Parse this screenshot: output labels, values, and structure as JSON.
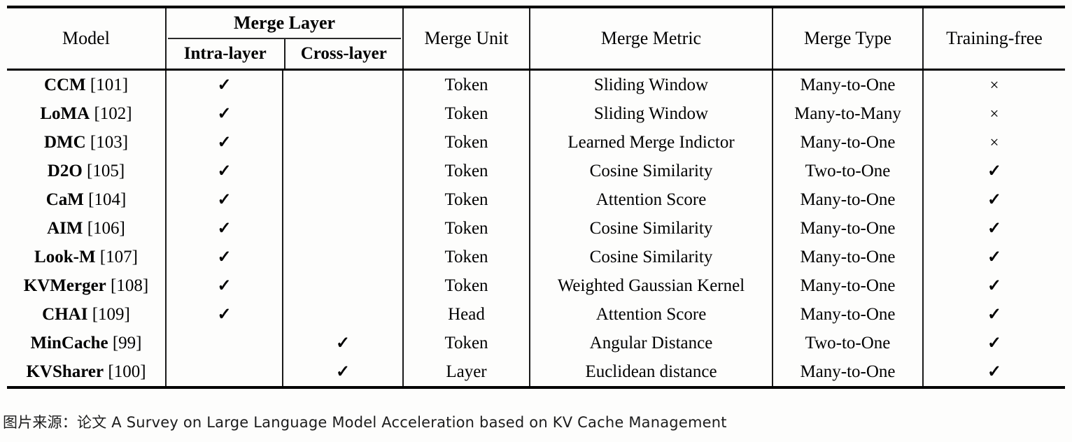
{
  "table": {
    "columns": [
      {
        "key": "model",
        "label": "Model"
      },
      {
        "key": "merge_layer",
        "label": "Merge Layer",
        "subcolumns": [
          {
            "key": "intra_layer",
            "label": "Intra-layer"
          },
          {
            "key": "cross_layer",
            "label": "Cross-layer"
          }
        ]
      },
      {
        "key": "merge_unit",
        "label": "Merge Unit"
      },
      {
        "key": "merge_metric",
        "label": "Merge Metric"
      },
      {
        "key": "merge_type",
        "label": "Merge Type"
      },
      {
        "key": "training_free",
        "label": "Training-free"
      }
    ],
    "marks": {
      "check": "✓",
      "cross": "×",
      "empty": ""
    },
    "rows": [
      {
        "model_name": "CCM",
        "model_ref": "[101]",
        "intra_layer": "✓",
        "cross_layer": "",
        "merge_unit": "Token",
        "merge_metric": "Sliding Window",
        "merge_type": "Many-to-One",
        "training_free": "×"
      },
      {
        "model_name": "LoMA",
        "model_ref": "[102]",
        "intra_layer": "✓",
        "cross_layer": "",
        "merge_unit": "Token",
        "merge_metric": "Sliding Window",
        "merge_type": "Many-to-Many",
        "training_free": "×"
      },
      {
        "model_name": "DMC",
        "model_ref": "[103]",
        "intra_layer": "✓",
        "cross_layer": "",
        "merge_unit": "Token",
        "merge_metric": "Learned Merge Indictor",
        "merge_type": "Many-to-One",
        "training_free": "×"
      },
      {
        "model_name": "D2O",
        "model_ref": "[105]",
        "intra_layer": "✓",
        "cross_layer": "",
        "merge_unit": "Token",
        "merge_metric": "Cosine Similarity",
        "merge_type": "Two-to-One",
        "training_free": "✓"
      },
      {
        "model_name": "CaM",
        "model_ref": "[104]",
        "intra_layer": "✓",
        "cross_layer": "",
        "merge_unit": "Token",
        "merge_metric": "Attention Score",
        "merge_type": "Many-to-One",
        "training_free": "✓"
      },
      {
        "model_name": "AIM",
        "model_ref": "[106]",
        "intra_layer": "✓",
        "cross_layer": "",
        "merge_unit": "Token",
        "merge_metric": "Cosine Similarity",
        "merge_type": "Many-to-One",
        "training_free": "✓"
      },
      {
        "model_name": "Look-M",
        "model_ref": "[107]",
        "intra_layer": "✓",
        "cross_layer": "",
        "merge_unit": "Token",
        "merge_metric": "Cosine Similarity",
        "merge_type": "Many-to-One",
        "training_free": "✓"
      },
      {
        "model_name": "KVMerger",
        "model_ref": "[108]",
        "intra_layer": "✓",
        "cross_layer": "",
        "merge_unit": "Token",
        "merge_metric": "Weighted Gaussian Kernel",
        "merge_type": "Many-to-One",
        "training_free": "✓"
      },
      {
        "model_name": "CHAI",
        "model_ref": "[109]",
        "intra_layer": "✓",
        "cross_layer": "",
        "merge_unit": "Head",
        "merge_metric": "Attention Score",
        "merge_type": "Many-to-One",
        "training_free": "✓"
      },
      {
        "model_name": "MinCache",
        "model_ref": "[99]",
        "intra_layer": "",
        "cross_layer": "✓",
        "merge_unit": "Token",
        "merge_metric": "Angular Distance",
        "merge_type": "Two-to-One",
        "training_free": "✓"
      },
      {
        "model_name": "KVSharer",
        "model_ref": "[100]",
        "intra_layer": "",
        "cross_layer": "✓",
        "merge_unit": "Layer",
        "merge_metric": "Euclidean distance",
        "merge_type": "Many-to-One",
        "training_free": "✓"
      }
    ]
  },
  "caption": {
    "text": "图片来源：论文 A Survey on Large Language Model Acceleration based on KV Cache Management"
  }
}
